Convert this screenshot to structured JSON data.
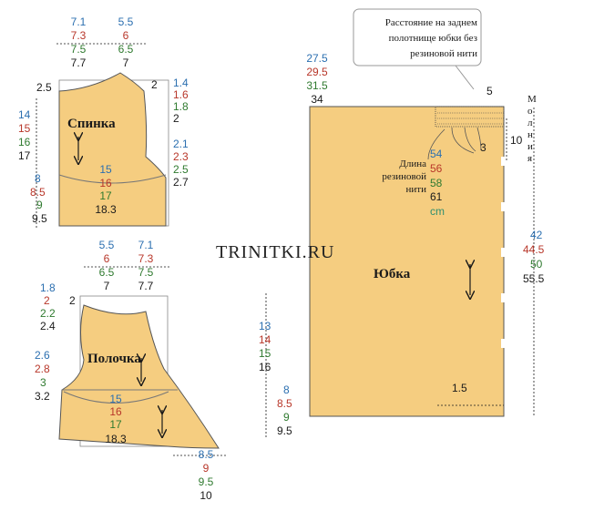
{
  "colors": {
    "fabric": "#f5cd80",
    "blue": "#2b6fb0",
    "red": "#b8372a",
    "green": "#2f7a2f",
    "black": "#1a1a1a"
  },
  "watermark": "TRINITKI.RU",
  "back": {
    "label": "Спинка",
    "neck_left": [
      "7.1",
      "7.3",
      "7.5",
      "7.7"
    ],
    "neck_right": [
      "5.5",
      "6",
      "6.5",
      "7"
    ],
    "left_top": "2.5",
    "right_top": "2",
    "shoulder": [
      "1.4",
      "1.6",
      "1.8",
      "2"
    ],
    "armhole": [
      "2.1",
      "2.3",
      "2.5",
      "2.7"
    ],
    "side_height": [
      "14",
      "15",
      "16",
      "17"
    ],
    "bottom_height": [
      "8",
      "8.5",
      "9",
      "9.5"
    ],
    "waist": [
      "15",
      "16",
      "17",
      "18.3"
    ]
  },
  "front": {
    "label": "Полочка",
    "neck_left": [
      "5.5",
      "6",
      "6.5",
      "7"
    ],
    "neck_right": [
      "7.1",
      "7.3",
      "7.5",
      "7.7"
    ],
    "top": "2",
    "shoulder": [
      "1.8",
      "2",
      "2.2",
      "2.4"
    ],
    "armhole": [
      "2.6",
      "2.8",
      "3",
      "3.2"
    ],
    "side_height": [
      "13",
      "14",
      "15",
      "16"
    ],
    "bottom_height": [
      "8",
      "8.5",
      "9",
      "9.5"
    ],
    "waist": [
      "15",
      "16",
      "17",
      "18.3"
    ],
    "hem": [
      "8.5",
      "9",
      "9.5",
      "10"
    ]
  },
  "skirt": {
    "label": "Юбка",
    "top_width": [
      "27.5",
      "29.5",
      "31.5",
      "34"
    ],
    "elastic_label": [
      "Длина",
      "резиновой",
      "нити"
    ],
    "elastic": [
      "54",
      "56",
      "58",
      "61"
    ],
    "unit": "cm",
    "length": [
      "42",
      "44.5",
      "50",
      "55.5"
    ],
    "zipper": "Молния",
    "m5": "5",
    "m3": "3",
    "m10": "10",
    "m15": "1.5",
    "callout": [
      "Расстояние на заднем",
      "полотнище юбки без",
      "резиновой нити"
    ]
  }
}
